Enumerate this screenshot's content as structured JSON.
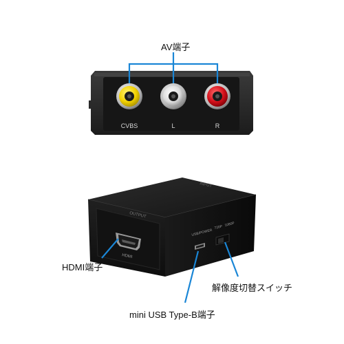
{
  "callouts": {
    "av": "AV端子",
    "hdmi": "HDMI端子",
    "switch": "解像度切替スイッチ",
    "usb": "mini USB Type-B端子"
  },
  "device_print": {
    "cvbs": "CVBS",
    "l": "L",
    "r": "R",
    "hdmi": "HDMI",
    "output": "OUTPUT",
    "usb_power": "USB/POWER",
    "res_720p": "720P",
    "res_1080p": "1080P",
    "input": "INPUT"
  },
  "colors": {
    "leader_line": "#1a86d6",
    "device_body": "#1e1e1e",
    "jack_yellow": "#f2d100",
    "jack_white": "#e8e8e8",
    "jack_red": "#d4101a"
  }
}
